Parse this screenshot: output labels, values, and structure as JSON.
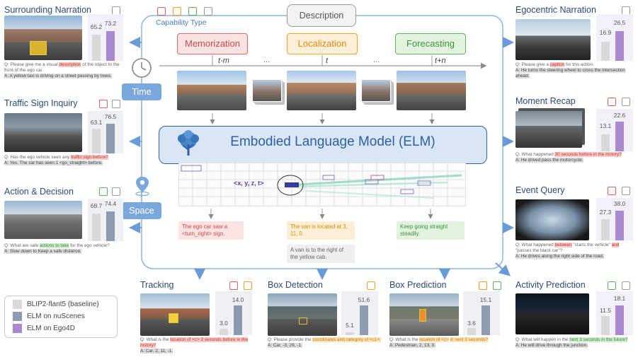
{
  "header": {
    "description": "Description",
    "capability_type": "Capability Type",
    "capabilities": [
      "Memorization",
      "Localization",
      "Forecasting"
    ],
    "time_labels": [
      "t-m",
      "...",
      "t",
      "...",
      "t+n"
    ]
  },
  "axes": {
    "time": "Time",
    "space": "Space"
  },
  "elm_title": "Embodied Language Model (ELM)",
  "grid_label": "<x, y, z, t>",
  "outputs": {
    "memorization": "The ego car saw a <turn_right> sign.",
    "localization": "The van is located at 3, 11, 0.",
    "localization_2": "A van is to the right of the yellow cab.",
    "forecasting": "Keep going straight steadily."
  },
  "legend": {
    "items": [
      {
        "label": "BLIP2-flant5 (baseline)",
        "color": "#d9d9d9"
      },
      {
        "label": "ELM on nuScenes",
        "color": "#8c9bb0"
      },
      {
        "label": "ELM on Ego4D",
        "color": "#a98ad0"
      }
    ]
  },
  "panels": {
    "surrounding": {
      "title": "Surrounding Narration",
      "values": [
        "65.2",
        "73.2"
      ],
      "q": "Q: Please give me a visual ",
      "q_hl": "description",
      "q2": " of the object to the front of the ego car.",
      "a": "A: A yellow taxi is driving on a street passing by trees."
    },
    "traffic": {
      "title": "Traffic Sign Inquiry",
      "values": [
        "63.1",
        "76.5"
      ],
      "q": "Q: Has the ego vehicle seen any ",
      "q_hl": "traffic sign before?",
      "a": "A: Yes. The car has seen 1 <go_straight> before."
    },
    "action": {
      "title": "Action & Decision",
      "values": [
        "68.7",
        "74.4"
      ],
      "q": "Q: What are safe ",
      "q_hl": "actions to take",
      "q2": " for the ego vehicle?",
      "a": "A: Slow down to Keep a safe distance."
    },
    "egocentric": {
      "title": "Egocentric Narration",
      "values": [
        "16.9",
        "26.5"
      ],
      "q": "Q: Please give a ",
      "q_hl": "caption",
      "q2": " for this action.",
      "a": "A: He turns the steering wheel to cross the intersection ahead."
    },
    "moment": {
      "title": "Moment Recap",
      "values": [
        "13.1",
        "22.6"
      ],
      "q": "Q: What happened ",
      "q_hl": "30 seconds before in the history?",
      "a": "A: He drived pass the motorcycle."
    },
    "event": {
      "title": "Event Query",
      "values": [
        "27.3",
        "38.0"
      ],
      "q": "Q: What happened ",
      "q_hl": "between",
      "q2": " \"starts the vehicle\" ",
      "q_hl2": "and",
      "q3": " \"passes the black car\"?",
      "a": "A: He drives along the right side of the road."
    },
    "activity": {
      "title": "Activity Prediction",
      "values": [
        "11.5",
        "18.1"
      ],
      "q": "Q: What will happen in the ",
      "q_hl": "next 3 seconds in the future?",
      "a": "A: He will drive through the junction."
    },
    "tracking": {
      "title": "Tracking",
      "values": [
        "3.0",
        "14.0"
      ],
      "q": "Q: What is the ",
      "q_hl": "location of <c> 2 seconds before in the history?",
      "a": "A: Car, 2, 11, -1."
    },
    "boxdet": {
      "title": "Box Detection",
      "values": [
        "5.1",
        "51.6"
      ],
      "q": "Q: Please provide the ",
      "q_hl": "coordinates and category of <c1>.",
      "a": "A: Car, -3, 29, -1."
    },
    "boxpred": {
      "title": "Box Prediction",
      "values": [
        "3.6",
        "15.1"
      ],
      "q": "Q: What is the ",
      "q_hl": "location of <c>",
      "q2": " ",
      "q_hl2": "in next 3 seconds?",
      "a": "A: Pedestrian, 2, 13, 0."
    }
  },
  "colors": {
    "accent_blue": "#2e5fa8",
    "panel_title": "#2e4a78",
    "memorization": "#e26a6a",
    "localization": "#f0a030",
    "forecasting": "#62b05e"
  }
}
